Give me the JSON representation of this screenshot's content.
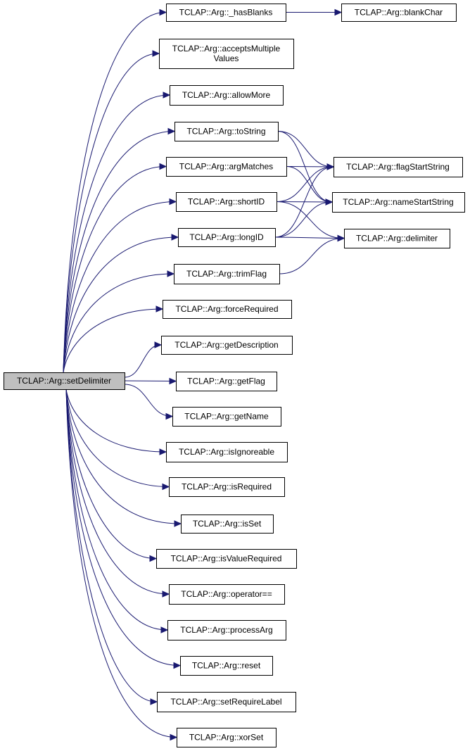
{
  "diagram": {
    "type": "call-graph",
    "colors": {
      "edge": "#191970",
      "root_fill": "#bfbfbf",
      "node_fill": "#ffffff",
      "border": "#000000"
    },
    "nodes": [
      {
        "id": "setDelimiter",
        "lines": [
          "TCLAP::Arg::setDelimiter"
        ],
        "root": true
      },
      {
        "id": "hasBlanks",
        "lines": [
          "TCLAP::Arg::_hasBlanks"
        ]
      },
      {
        "id": "blankChar",
        "lines": [
          "TCLAP::Arg::blankChar"
        ]
      },
      {
        "id": "acceptsMultipleValues",
        "lines": [
          "TCLAP::Arg::acceptsMultiple",
          "Values"
        ]
      },
      {
        "id": "allowMore",
        "lines": [
          "TCLAP::Arg::allowMore"
        ]
      },
      {
        "id": "toString",
        "lines": [
          "TCLAP::Arg::toString"
        ]
      },
      {
        "id": "argMatches",
        "lines": [
          "TCLAP::Arg::argMatches"
        ]
      },
      {
        "id": "flagStartString",
        "lines": [
          "TCLAP::Arg::flagStartString"
        ]
      },
      {
        "id": "shortID",
        "lines": [
          "TCLAP::Arg::shortID"
        ]
      },
      {
        "id": "nameStartString",
        "lines": [
          "TCLAP::Arg::nameStartString"
        ]
      },
      {
        "id": "longID",
        "lines": [
          "TCLAP::Arg::longID"
        ]
      },
      {
        "id": "delimiter",
        "lines": [
          "TCLAP::Arg::delimiter"
        ]
      },
      {
        "id": "trimFlag",
        "lines": [
          "TCLAP::Arg::trimFlag"
        ]
      },
      {
        "id": "forceRequired",
        "lines": [
          "TCLAP::Arg::forceRequired"
        ]
      },
      {
        "id": "getDescription",
        "lines": [
          "TCLAP::Arg::getDescription"
        ]
      },
      {
        "id": "getFlag",
        "lines": [
          "TCLAP::Arg::getFlag"
        ]
      },
      {
        "id": "getName",
        "lines": [
          "TCLAP::Arg::getName"
        ]
      },
      {
        "id": "isIgnoreable",
        "lines": [
          "TCLAP::Arg::isIgnoreable"
        ]
      },
      {
        "id": "isRequired",
        "lines": [
          "TCLAP::Arg::isRequired"
        ]
      },
      {
        "id": "isSet",
        "lines": [
          "TCLAP::Arg::isSet"
        ]
      },
      {
        "id": "isValueRequired",
        "lines": [
          "TCLAP::Arg::isValueRequired"
        ]
      },
      {
        "id": "operatorEq",
        "lines": [
          "TCLAP::Arg::operator=="
        ]
      },
      {
        "id": "processArg",
        "lines": [
          "TCLAP::Arg::processArg"
        ]
      },
      {
        "id": "reset",
        "lines": [
          "TCLAP::Arg::reset"
        ]
      },
      {
        "id": "setRequireLabel",
        "lines": [
          "TCLAP::Arg::setRequireLabel"
        ]
      },
      {
        "id": "xorSet",
        "lines": [
          "TCLAP::Arg::xorSet"
        ]
      }
    ],
    "edges": [
      {
        "from": "setDelimiter",
        "to": "hasBlanks"
      },
      {
        "from": "setDelimiter",
        "to": "acceptsMultipleValues"
      },
      {
        "from": "setDelimiter",
        "to": "allowMore"
      },
      {
        "from": "setDelimiter",
        "to": "toString"
      },
      {
        "from": "setDelimiter",
        "to": "argMatches"
      },
      {
        "from": "setDelimiter",
        "to": "shortID"
      },
      {
        "from": "setDelimiter",
        "to": "longID"
      },
      {
        "from": "setDelimiter",
        "to": "trimFlag"
      },
      {
        "from": "setDelimiter",
        "to": "forceRequired"
      },
      {
        "from": "setDelimiter",
        "to": "getDescription"
      },
      {
        "from": "setDelimiter",
        "to": "getFlag"
      },
      {
        "from": "setDelimiter",
        "to": "getName"
      },
      {
        "from": "setDelimiter",
        "to": "isIgnoreable"
      },
      {
        "from": "setDelimiter",
        "to": "isRequired"
      },
      {
        "from": "setDelimiter",
        "to": "isSet"
      },
      {
        "from": "setDelimiter",
        "to": "isValueRequired"
      },
      {
        "from": "setDelimiter",
        "to": "operatorEq"
      },
      {
        "from": "setDelimiter",
        "to": "processArg"
      },
      {
        "from": "setDelimiter",
        "to": "reset"
      },
      {
        "from": "setDelimiter",
        "to": "setRequireLabel"
      },
      {
        "from": "setDelimiter",
        "to": "xorSet"
      },
      {
        "from": "hasBlanks",
        "to": "blankChar"
      },
      {
        "from": "toString",
        "to": "flagStartString"
      },
      {
        "from": "toString",
        "to": "nameStartString"
      },
      {
        "from": "argMatches",
        "to": "flagStartString"
      },
      {
        "from": "argMatches",
        "to": "nameStartString"
      },
      {
        "from": "shortID",
        "to": "flagStartString"
      },
      {
        "from": "shortID",
        "to": "nameStartString"
      },
      {
        "from": "shortID",
        "to": "delimiter"
      },
      {
        "from": "longID",
        "to": "flagStartString"
      },
      {
        "from": "longID",
        "to": "nameStartString"
      },
      {
        "from": "longID",
        "to": "delimiter"
      },
      {
        "from": "trimFlag",
        "to": "delimiter"
      }
    ]
  }
}
